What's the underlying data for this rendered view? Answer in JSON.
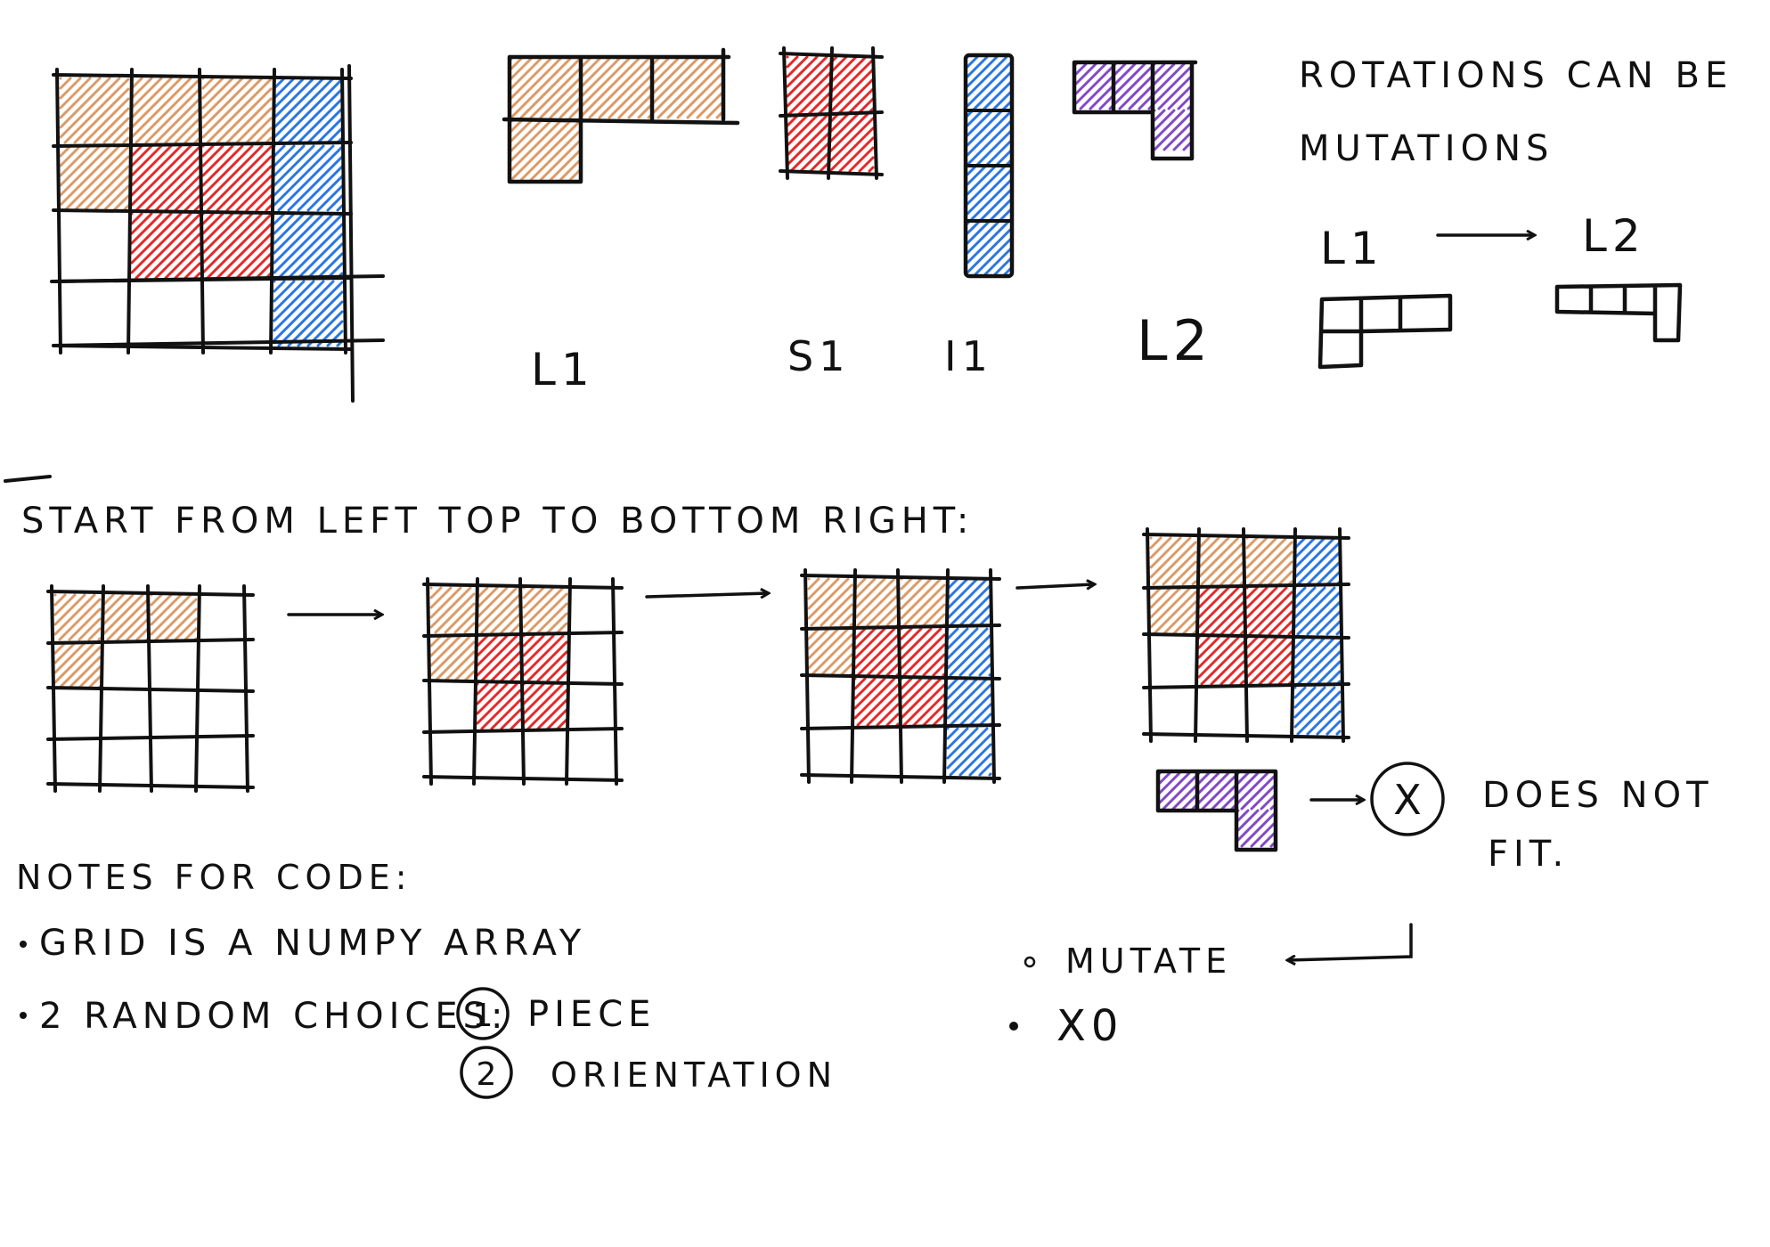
{
  "colors": {
    "L1": "#d9955f",
    "S1": "#e11d1d",
    "I1": "#1f6fe0",
    "L2": "#7a3fc4",
    "ink": "#111111"
  },
  "pieces": {
    "L1": "L1",
    "S1": "S1",
    "I1": "I1",
    "L2": "L2"
  },
  "rotations": {
    "line1": "ROTATIONS CAN BE",
    "line2": "MUTATIONS",
    "from": "L1",
    "to": "L2"
  },
  "sequence": {
    "title": "START FROM LEFT TOP TO BOTTOM RIGHT:"
  },
  "fit": {
    "fail_symbol": "X",
    "result_line1": "DOES NOT",
    "result_line2": "FIT."
  },
  "notes": {
    "title": "NOTES FOR CODE:",
    "item1": "GRID IS A NUMPY ARRAY",
    "item2": "2 RANDOM CHOICES:",
    "choice1_number": "1",
    "choice1": "PIECE",
    "choice2_number": "2",
    "choice2": "ORIENTATION"
  },
  "actions": {
    "mutate": "MUTATE",
    "x0": "X0"
  }
}
